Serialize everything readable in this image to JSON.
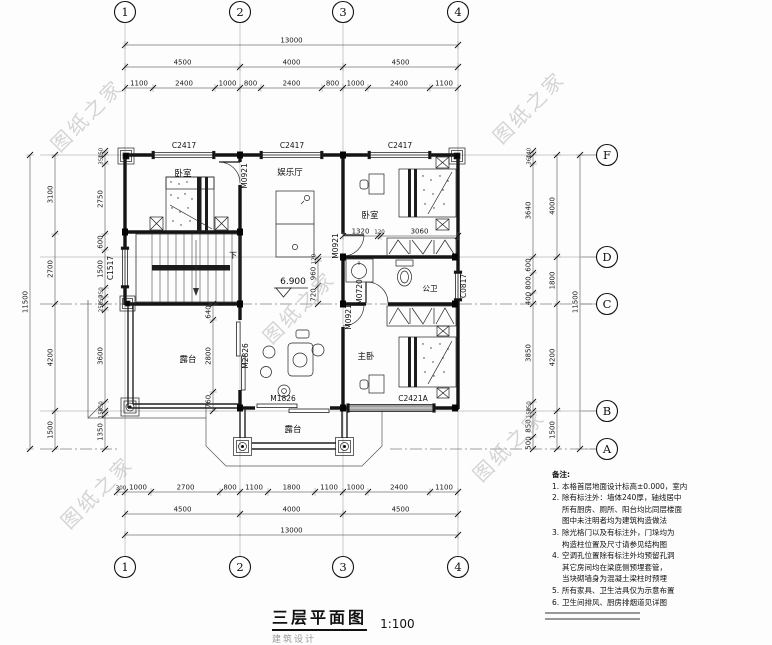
{
  "drawing": {
    "title": "三层平面图",
    "scale": "1:100",
    "subtitle_partial": "建筑设计"
  },
  "watermark": {
    "text": "图纸之家"
  },
  "grid": {
    "top": [
      "1",
      "2",
      "3",
      "4"
    ],
    "bottom": [
      "1",
      "2",
      "3",
      "4"
    ],
    "right": [
      "F",
      "D",
      "C",
      "B",
      "A"
    ]
  },
  "dimensions": {
    "top_total": [
      "13000"
    ],
    "top_major": [
      "4500",
      "4000",
      "4500"
    ],
    "top_minor": [
      "1100",
      "2400",
      "1000",
      "800",
      "2400",
      "800",
      "1000",
      "2400",
      "1100"
    ],
    "bottom_minor": [
      "300",
      "1000",
      "2700",
      "800",
      "1100",
      "1800",
      "1100",
      "1000",
      "2400",
      "1100"
    ],
    "bottom_major": [
      "4500",
      "4000",
      "4500"
    ],
    "bottom_total": [
      "13000"
    ],
    "left_total": [
      "11500"
    ],
    "left_major": [
      "3100",
      "2700",
      "4200",
      "1500"
    ],
    "left_minor": [
      "150",
      "350",
      "2750",
      "600",
      "1500",
      "350",
      "250",
      "250",
      "3600",
      "350",
      "150",
      "1350"
    ],
    "right_minor": [
      "140",
      "360",
      "3640",
      "600",
      "800",
      "400",
      "3850",
      "350",
      "150",
      "850",
      "500"
    ],
    "right_major": [
      "4000",
      "1800",
      "4200",
      "1500"
    ],
    "right_total": [
      "11500"
    ],
    "bed2_wall": [
      "1320",
      "120",
      "3060"
    ],
    "bath_wall": [
      "120",
      "960",
      "720"
    ],
    "terrace_wall": [
      "640",
      "2800",
      "760"
    ]
  },
  "rooms": {
    "bedroom1": "卧室",
    "hall": "娱乐厅",
    "bedroom2": "卧室",
    "bath": "公卫",
    "master": "主卧",
    "terrace_left": "露台",
    "terrace_bottom": "露台",
    "stairs_down": "下",
    "elevation": "6.900"
  },
  "tags": {
    "c2417": "C2417",
    "c1517": "C1517",
    "c0817": "C0817",
    "c2421a": "C2421A",
    "m0921": "M0921",
    "m0720": "M0720",
    "m1826": "M1826",
    "m2826": "M2826"
  },
  "notes": {
    "heading": "备注:",
    "lines": [
      {
        "no": "1.",
        "text": "本格首层地面设计标高±0.000，室内"
      },
      {
        "no": "2.",
        "text": "除有标注外：墙体240厚，轴线居中"
      },
      {
        "no": "",
        "text": "所有厨房、厕所、阳台均比同层楼面"
      },
      {
        "no": "",
        "text": "图中未注明者均为建筑构造做法"
      },
      {
        "no": "3.",
        "text": "除光格门以及有标注外，门垛均为"
      },
      {
        "no": "",
        "text": "构造柱位置及尺寸请参见结构图"
      },
      {
        "no": "4.",
        "text": "空调孔位置除有标注外均预留孔洞"
      },
      {
        "no": "",
        "text": "其它房间均在梁底侧预埋套管，"
      },
      {
        "no": "",
        "text": "当块砌墙身为混凝土梁柱时预埋"
      },
      {
        "no": "5.",
        "text": "所有家具、卫生洁具仅为示意布置"
      },
      {
        "no": "6.",
        "text": "卫生间排风、厨房排烟道见详图"
      }
    ]
  }
}
